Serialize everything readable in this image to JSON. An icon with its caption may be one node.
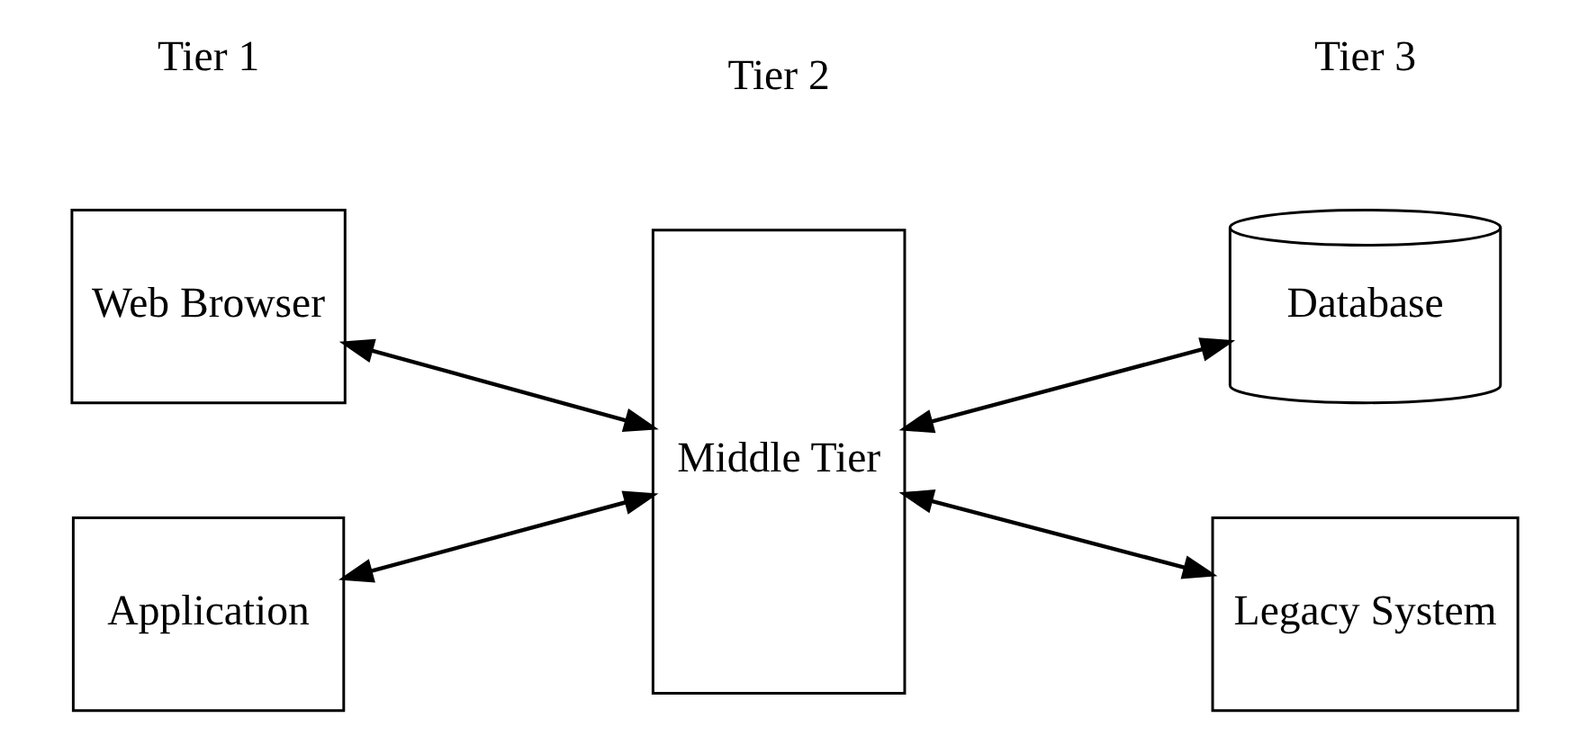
{
  "diagram": {
    "nodes": [
      {
        "text": [
          "Web Browser"
        ]
      },
      {
        "text": [
          "Application"
        ]
      },
      {
        "text": [
          "Middle Tier"
        ]
      },
      {
        "text": [
          "Database"
        ]
      },
      {
        "text": [
          "Legacy System"
        ]
      }
    ],
    "edges": [
      {
        "from": 0,
        "to": 2,
        "arrow": "both"
      },
      {
        "from": 1,
        "to": 2,
        "arrow": "both"
      },
      {
        "from": 2,
        "to": 3,
        "arrow": "both"
      },
      {
        "from": 2,
        "to": 4,
        "arrow": "both"
      }
    ],
    "labels": [
      "Tier 1",
      "Tier 2",
      "Tier 3"
    ]
  }
}
